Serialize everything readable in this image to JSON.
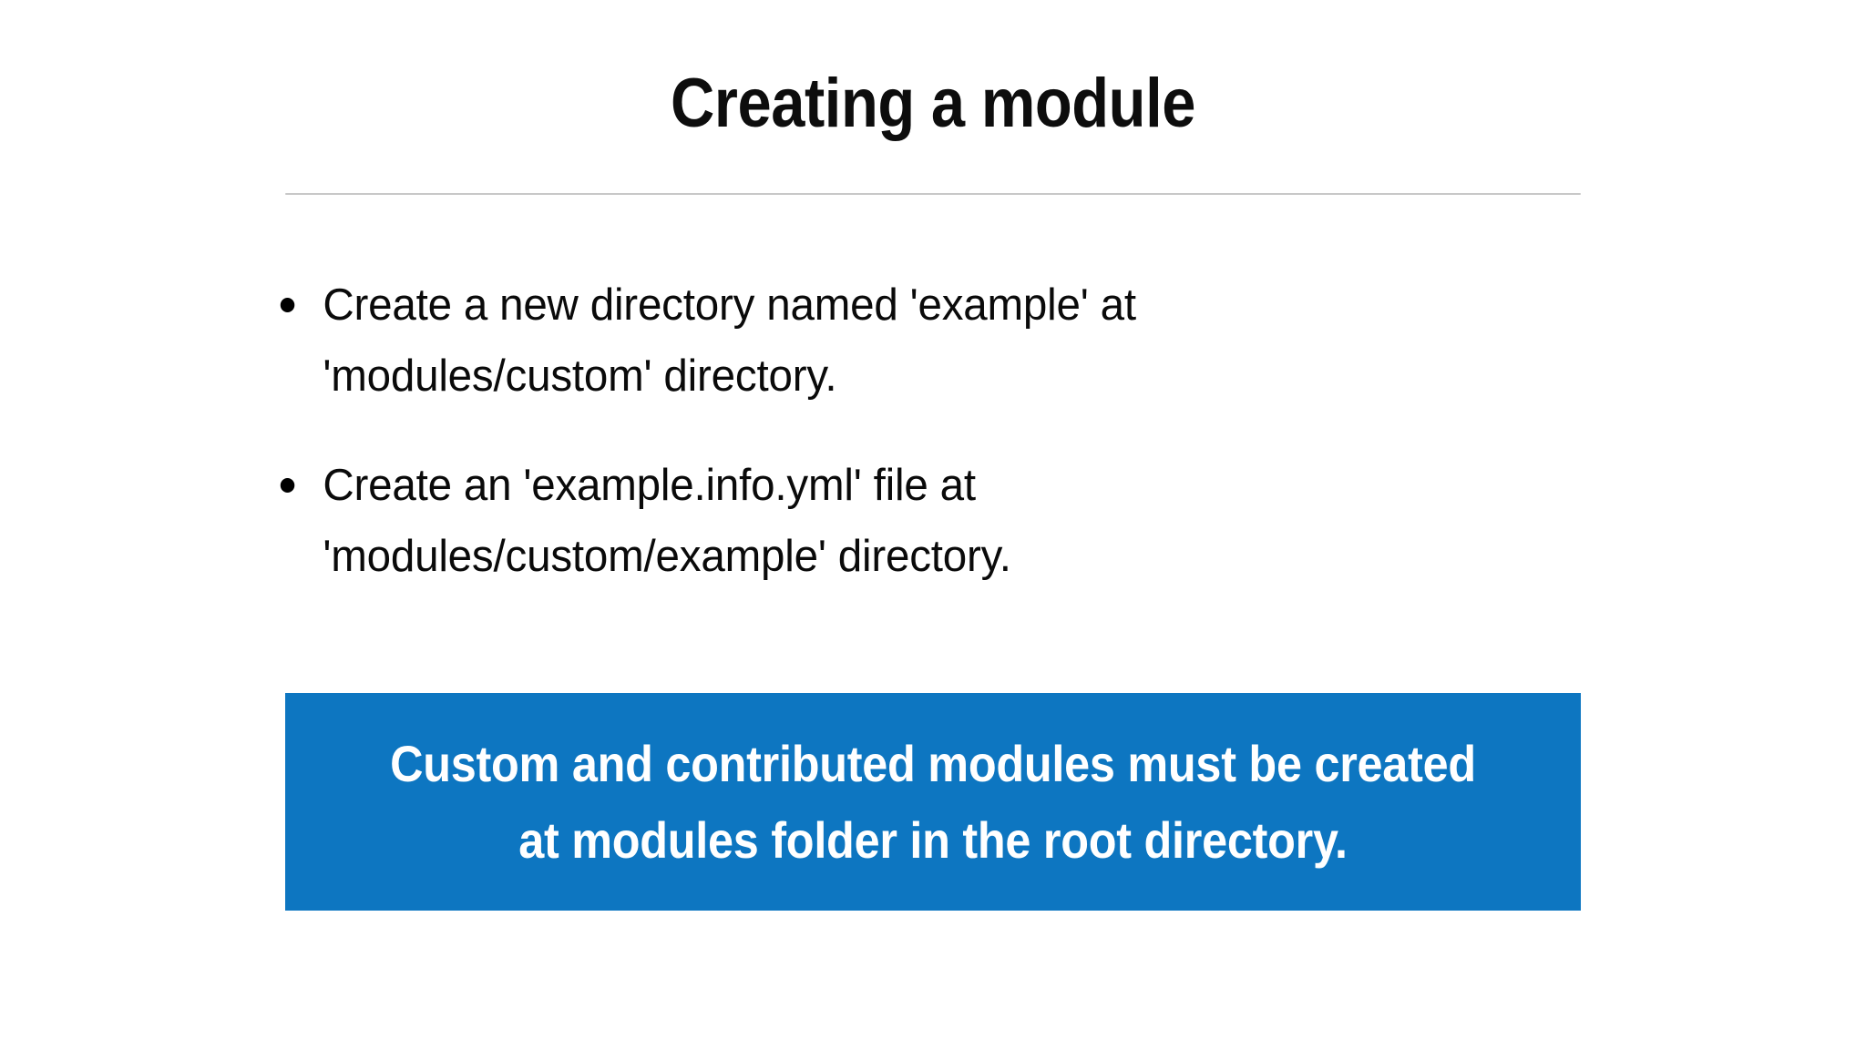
{
  "slide": {
    "title": "Creating a module",
    "background_color": "#ffffff",
    "divider": {
      "name": "title-divider",
      "color": "#c8c8c8"
    },
    "bullets": [
      {
        "marker": "disc",
        "text": "Create a new directory named 'example' at 'modules/custom' directory."
      },
      {
        "marker": "disc",
        "text": "Create an 'example.info.yml' file at 'modules/custom/example' directory."
      }
    ],
    "callout": {
      "text": "Custom and contributed modules must be created at modules folder in the root directory.",
      "background_color": "#0d76c1",
      "text_color": "#ffffff"
    }
  }
}
